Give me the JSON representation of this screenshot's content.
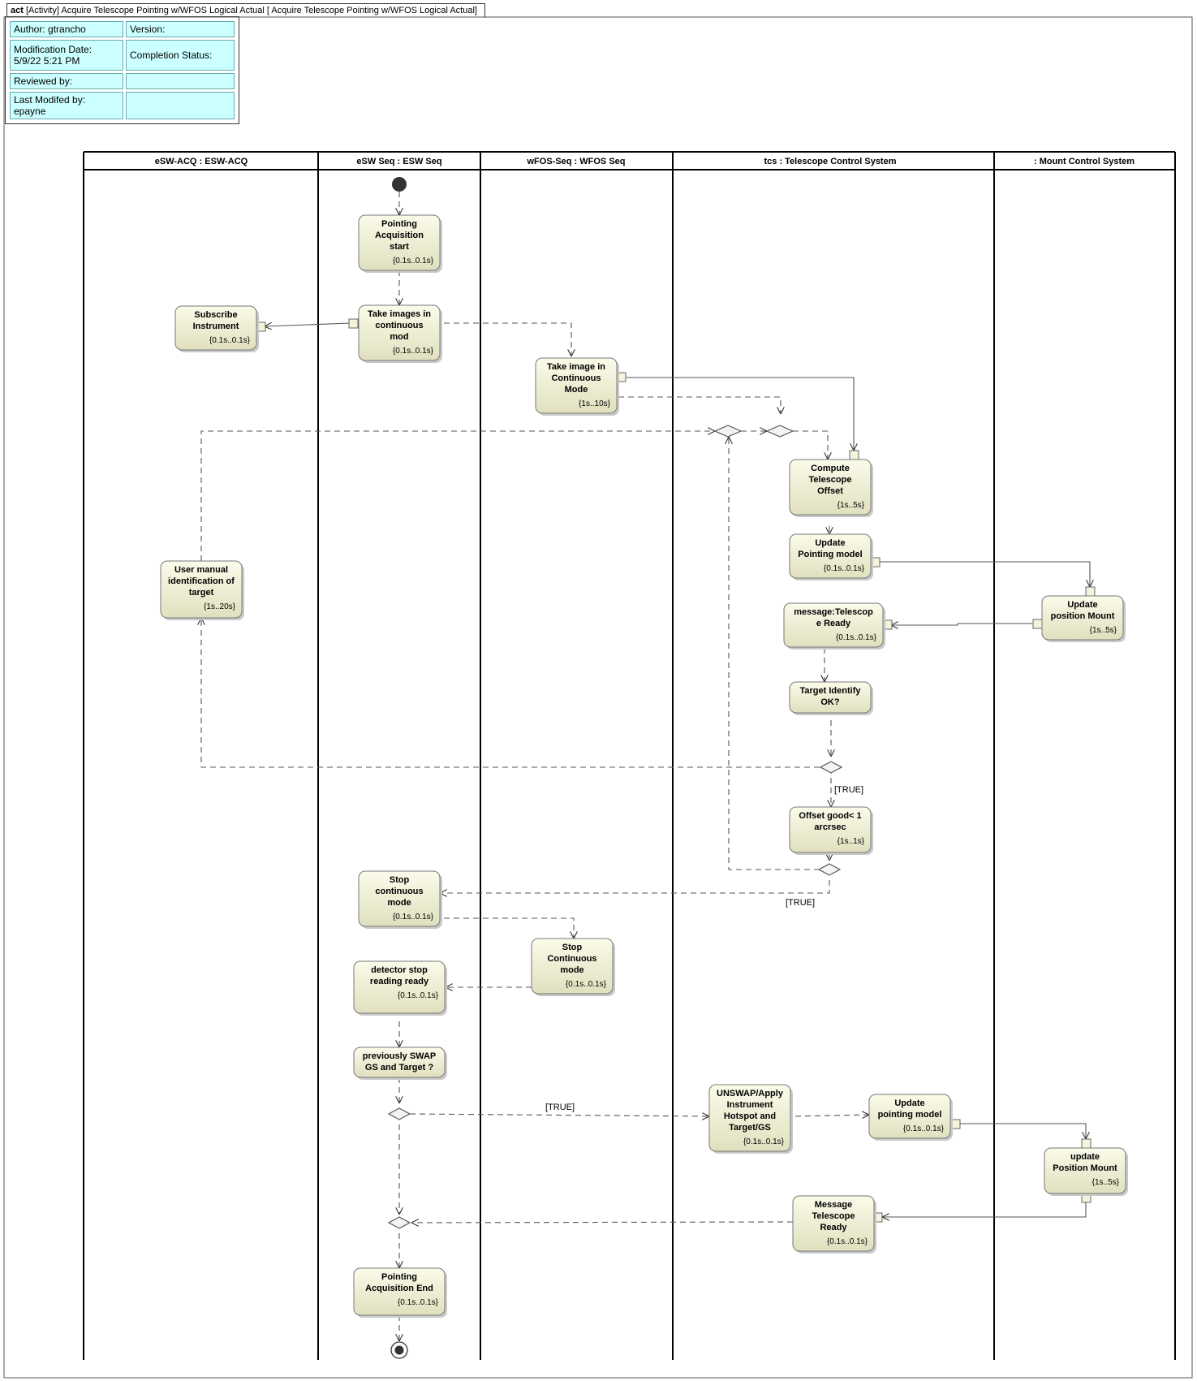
{
  "diagram": {
    "kind": "act",
    "header_rest": "[Activity] Acquire Telescope Pointing w/WFOS Logical Actual",
    "header_bracket": "[ Acquire Telescope Pointing w/WFOS Logical Actual]"
  },
  "info": {
    "author": "Author: gtrancho",
    "version": "Version:",
    "modification_date": "Modification Date: 5/9/22 5:21 PM",
    "completion_status": "Completion Status:",
    "reviewed_by": "Reviewed by:",
    "last_modified_by": "Last Modifed by: epayne"
  },
  "lanes": [
    "eSW-ACQ : ESW-ACQ",
    "eSW Seq : ESW Seq",
    "wFOS-Seq : WFOS Seq",
    "tcs : Telescope Control System",
    ": Mount Control System"
  ],
  "actions": [
    {
      "id": "pa_start",
      "lines": [
        "Pointing",
        "Acquisition",
        "start"
      ],
      "time": "{0.1s..0.1s}"
    },
    {
      "id": "take_images",
      "lines": [
        "Take images in",
        "continuous",
        "mod"
      ],
      "time": "{0.1s..0.1s}"
    },
    {
      "id": "subscribe",
      "lines": [
        "Subscribe",
        "Instrument"
      ],
      "time": "{0.1s..0.1s}"
    },
    {
      "id": "take_image_wfos",
      "lines": [
        "Take image in",
        "Continuous",
        "Mode"
      ],
      "time": "{1s..10s}"
    },
    {
      "id": "compute",
      "lines": [
        "Compute",
        "Telescope",
        "Offset"
      ],
      "time": "{1s..5s}"
    },
    {
      "id": "update_pm",
      "lines": [
        "Update",
        "Pointing model"
      ],
      "time": "{0.1s..0.1s}"
    },
    {
      "id": "user_manual",
      "lines": [
        "User manual",
        "identification of",
        "target"
      ],
      "time": "{1s..20s}"
    },
    {
      "id": "update_mount",
      "lines": [
        "Update",
        "position Mount"
      ],
      "time": "{1s..5s}"
    },
    {
      "id": "msg_ready",
      "lines": [
        "message:Telescop",
        "e Ready"
      ],
      "time": "{0.1s..0.1s}"
    },
    {
      "id": "target_ok",
      "lines": [
        "Target Identify",
        "OK?"
      ],
      "time": ""
    },
    {
      "id": "offset_good",
      "lines": [
        "Offset good< 1",
        "arcrsec"
      ],
      "time": "{1s..1s}"
    },
    {
      "id": "stop_cont",
      "lines": [
        "Stop",
        "continuous",
        "mode"
      ],
      "time": "{0.1s..0.1s}"
    },
    {
      "id": "stop_cont_wfos",
      "lines": [
        "Stop",
        "Continuous",
        "mode"
      ],
      "time": "{0.1s..0.1s}"
    },
    {
      "id": "det_stop",
      "lines": [
        "detector stop",
        "reading ready"
      ],
      "time": "{0.1s..0.1s}"
    },
    {
      "id": "prev_swap",
      "lines": [
        "previously SWAP",
        "GS and Target ?"
      ],
      "time": ""
    },
    {
      "id": "unswap",
      "lines": [
        "UNSWAP/Apply",
        "Instrument",
        "Hotspot and",
        "Target/GS"
      ],
      "time": "{0.1s..0.1s}"
    },
    {
      "id": "update_pm2",
      "lines": [
        "Update",
        "pointing model"
      ],
      "time": "{0.1s..0.1s}"
    },
    {
      "id": "update_mount2",
      "lines": [
        "update",
        "Position Mount"
      ],
      "time": "{1s..5s}"
    },
    {
      "id": "msg_ready2",
      "lines": [
        "Message",
        "Telescope",
        "Ready"
      ],
      "time": "{0.1s..0.1s}"
    },
    {
      "id": "pa_end",
      "lines": [
        "Pointing",
        "Acquisition End"
      ],
      "time": "{0.1s..0.1s}"
    }
  ],
  "guards": [
    {
      "id": "g_true1",
      "text": "[TRUE]"
    },
    {
      "id": "g_true2",
      "text": "[TRUE]"
    },
    {
      "id": "g_true3",
      "text": "[TRUE]"
    }
  ]
}
